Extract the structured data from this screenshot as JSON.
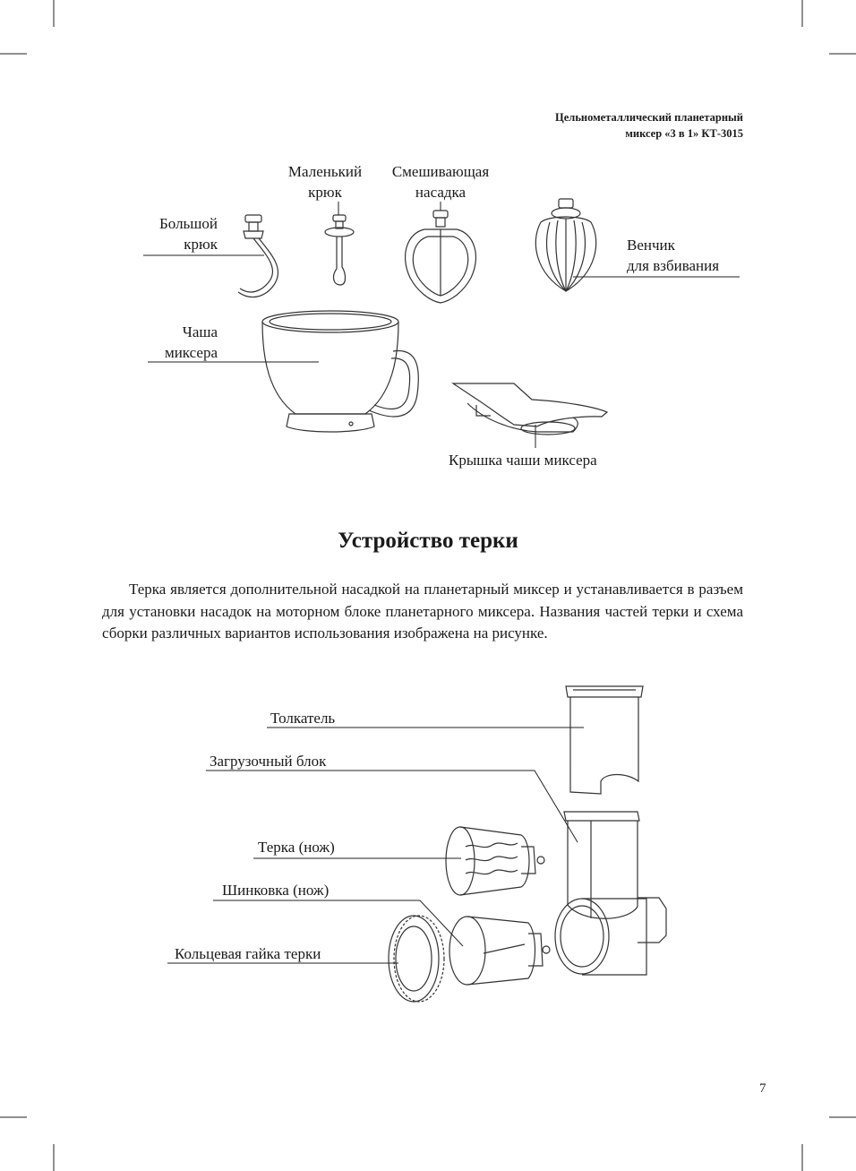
{
  "header": {
    "line1": "Цельнометаллический планетарный",
    "line2": "миксер «3 в 1» КТ-3015"
  },
  "mixer_parts": {
    "big_hook_line1": "Большой",
    "big_hook_line2": "крюк",
    "small_hook_line1": "Маленький",
    "small_hook_line2": "крюк",
    "mixing_line1": "Смешивающая",
    "mixing_line2": "насадка",
    "whisk_line1": "Венчик",
    "whisk_line2": "для взбивания",
    "bowl_line1": "Чаша",
    "bowl_line2": "миксера",
    "bowl_lid": "Крышка чаши миксера"
  },
  "section": {
    "title": "Устройство терки",
    "paragraph": "Терка является дополнительной насадкой на планетарный миксер и устанавливается в разъем для установки насадок на моторном блоке планетарного миксера. Названия частей терки и схема сборки различных вариантов использования изображена на рисунке."
  },
  "grater_parts": {
    "pusher": "Толкатель",
    "loading_block": "Загрузочный блок",
    "grater_knife": "Терка (нож)",
    "shredder_knife": "Шинковка (нож)",
    "ring_nut": "Кольцевая гайка терки"
  },
  "page_number": "7"
}
